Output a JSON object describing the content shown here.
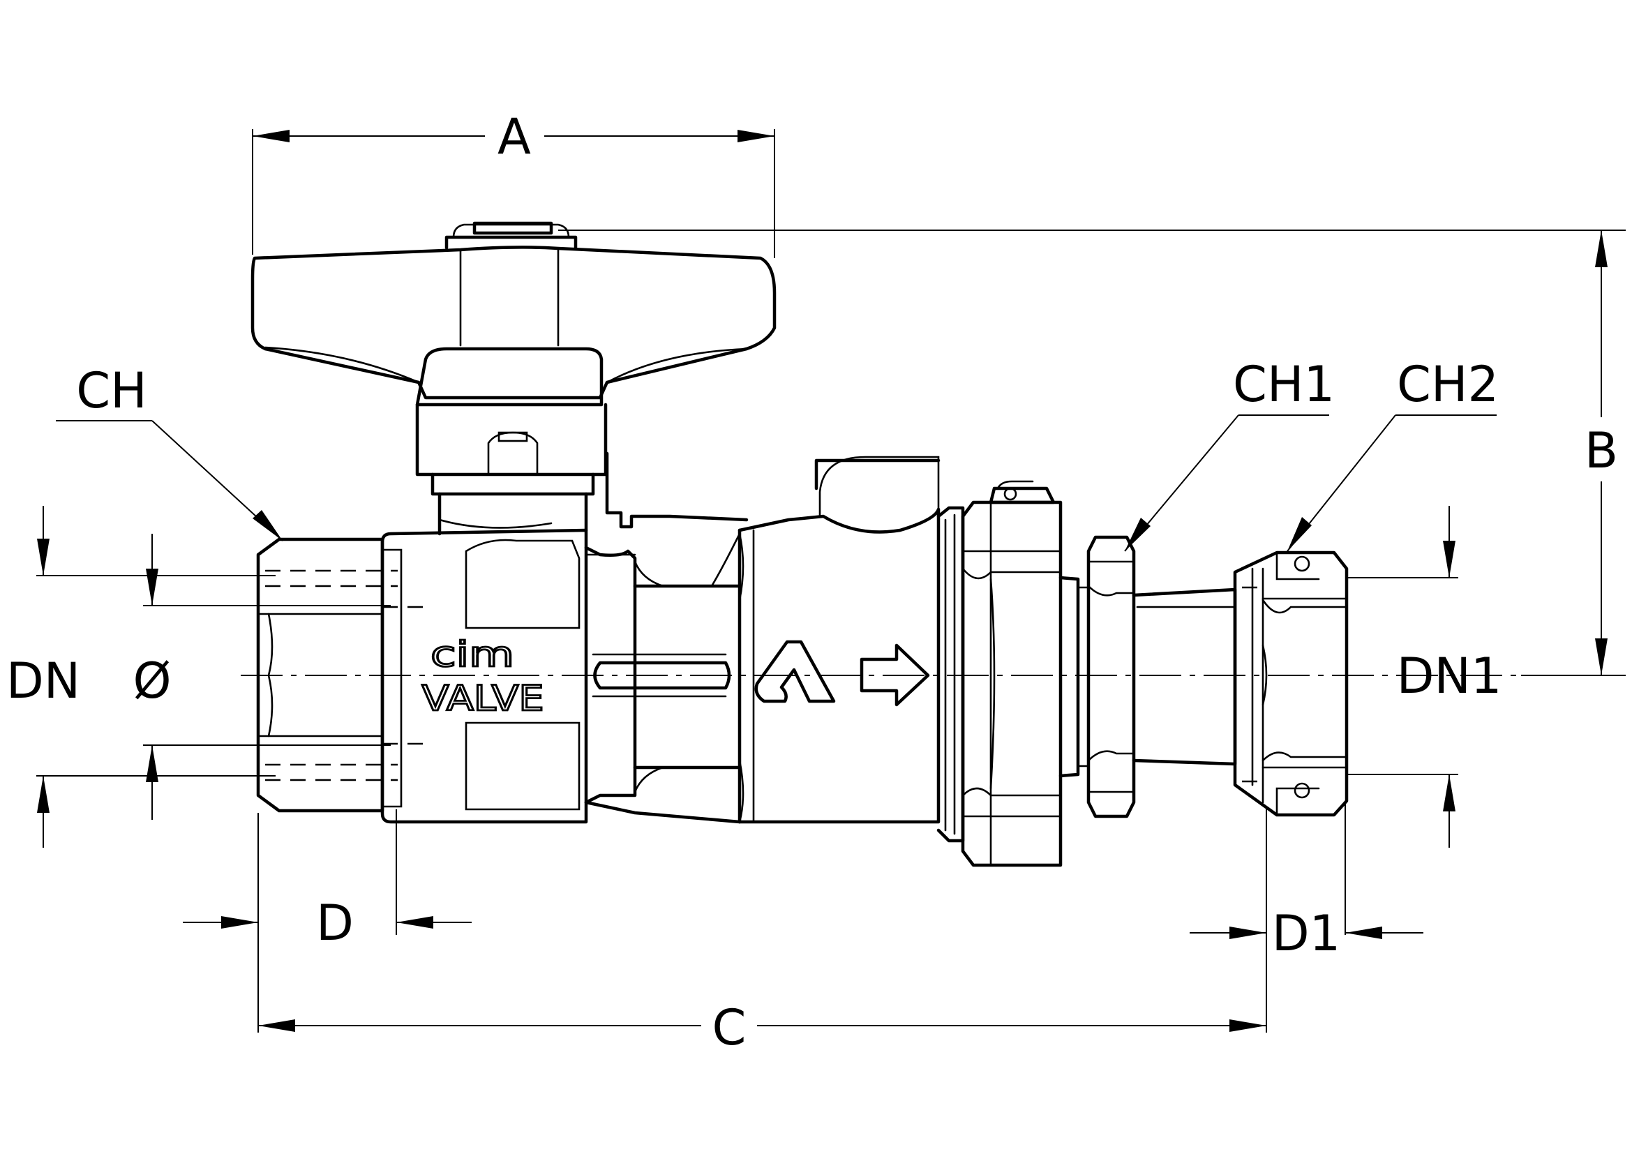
{
  "dimensions": {
    "a": "A",
    "b": "B",
    "c": "C",
    "d": "D",
    "d1": "D1",
    "dn": "DN",
    "dn1": "DN1",
    "diameter": "Ø",
    "ch": "CH",
    "ch1": "CH1",
    "ch2": "CH2"
  },
  "body_marking": {
    "line1": "cim",
    "line2": "VALVE"
  },
  "icons": [
    "flow-direction-arrow-icon",
    "manufacturer-logo-icon"
  ]
}
